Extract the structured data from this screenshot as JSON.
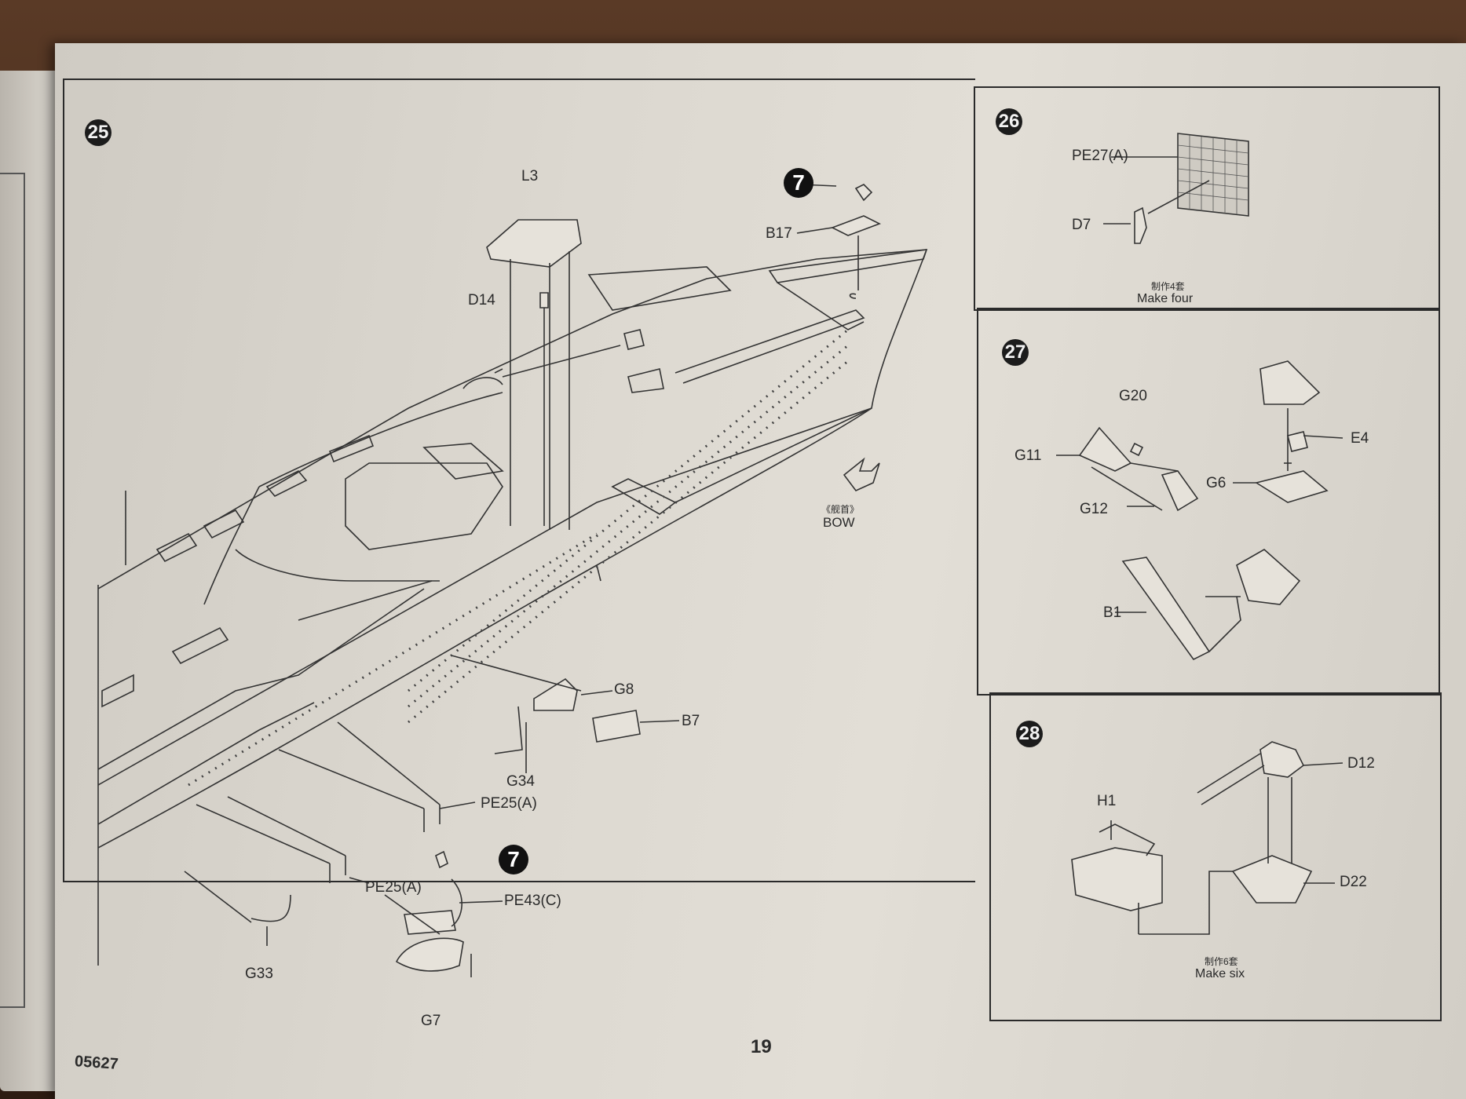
{
  "page": {
    "page_number": "19",
    "catalog_code": "05627"
  },
  "step25": {
    "step_number": "25",
    "ref_symbol": "7",
    "labels": {
      "l3": "L3",
      "d14": "D14",
      "b17": "B17",
      "g8": "G8",
      "b7": "B7",
      "g34": "G34",
      "pe25a_upper": "PE25(A)",
      "pe25a_lower": "PE25(A)",
      "pe43c": "PE43(C)",
      "g33": "G33",
      "g7": "G7"
    },
    "bow_cn": "《舰首》",
    "bow_en": "BOW"
  },
  "step26": {
    "step_number": "26",
    "labels": {
      "pe27a": "PE27(A)",
      "d7": "D7"
    },
    "note_cn": "制作4套",
    "note_en": "Make four"
  },
  "step27": {
    "step_number": "27",
    "labels": {
      "g20": "G20",
      "g11": "G11",
      "e4": "E4",
      "g6": "G6",
      "g12": "G12",
      "b1": "B1"
    }
  },
  "step28": {
    "step_number": "28",
    "labels": {
      "d12": "D12",
      "h1": "H1",
      "d22": "D22"
    },
    "note_cn": "制作6套",
    "note_en": "Make six"
  }
}
